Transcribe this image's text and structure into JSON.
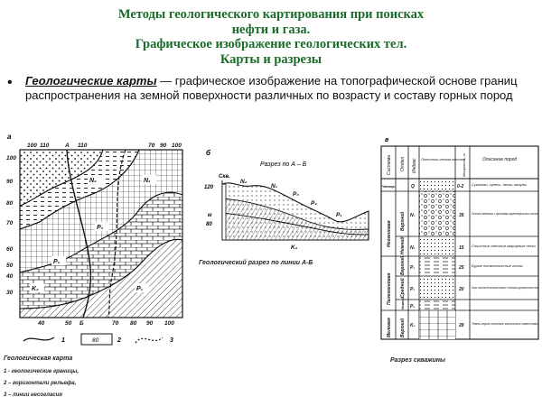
{
  "slide": {
    "title_lines": [
      "Методы геологического картирования при поисках",
      "нефти и газа.",
      "Графическое изображение геологических тел.",
      "Карты и разрезы"
    ],
    "bullet": {
      "term": "Геологические карты",
      "text": " — графическое изображение на топографической основе границ распространения на земной поверхности различных по возрасту и составу горных пород"
    }
  },
  "map_figure": {
    "panel_letter": "а",
    "top_ticks": [
      "100",
      "110",
      "А",
      "110",
      "70",
      "90",
      "100"
    ],
    "left_ticks": [
      "100",
      "90",
      "80",
      "70",
      "60",
      "50",
      "40",
      "30"
    ],
    "bottom_ticks": [
      "40",
      "50",
      "Б",
      "70",
      "80",
      "90",
      "100"
    ],
    "unit_labels": [
      "N₂",
      "Р₃",
      "Р₂",
      "K₂",
      "Р₁",
      "N₁"
    ],
    "legend_numbers": [
      "1",
      "2",
      "3"
    ],
    "legend_box_text": "80",
    "caption": "Геологическая карта",
    "legend_lines": [
      "1 - геологические границы,",
      "2 – горизонтали рельефа,",
      "3 – линии несогласия"
    ]
  },
  "section_figure": {
    "panel_letter": "б",
    "heading": "Разрез по А – Б",
    "axis_unit": "м",
    "axis_ticks": [
      "120",
      "80"
    ],
    "well_label": "Скв.",
    "unit_labels": [
      "N₂",
      "N₁",
      "Р₃",
      "Р₂",
      "Р₁",
      "K₂"
    ],
    "caption": "Геологический разрез по линии   А-Б"
  },
  "column_figure": {
    "panel_letter": "в",
    "headers": [
      "Система",
      "Отдел",
      "Индекс",
      "Литологи-ческая колонка",
      "Мощность, м",
      "Описание пород"
    ],
    "rows": [
      {
        "system": "Четвер.",
        "dept": "",
        "index": "Q",
        "thickness": "0-2",
        "desc": "Суглинки, супеси, пески, валуны"
      },
      {
        "system": "Неогеновая",
        "dept": "Верхний",
        "index": "N₂",
        "thickness": "35",
        "desc": "Рыхлые галечники с прослоями крупнозернистых песков"
      },
      {
        "system": "",
        "dept": "Нижний",
        "index": "N₁",
        "thickness": "15",
        "desc": "Слоистые светлые кварцевые пески"
      },
      {
        "system": "Палеогеновая",
        "dept": "Верхний",
        "index": "Р₃",
        "thickness": "25",
        "desc": "Бурые тонкослоистые глины"
      },
      {
        "system": "",
        "dept": "Средний",
        "index": "Р₂",
        "thickness": "20",
        "desc": "Серые слоистые песчанистые мергели, в основании крупнозернистые пески"
      },
      {
        "system": "",
        "dept": "Нижний",
        "index": "Р₁",
        "thickness": "",
        "desc": ""
      },
      {
        "system": "Меловая",
        "dept": "Верхний",
        "index": "K₂",
        "thickness": "28",
        "desc": "Темно-серые плотные глинистые известняки"
      }
    ],
    "caption": "Разрез скважины"
  }
}
